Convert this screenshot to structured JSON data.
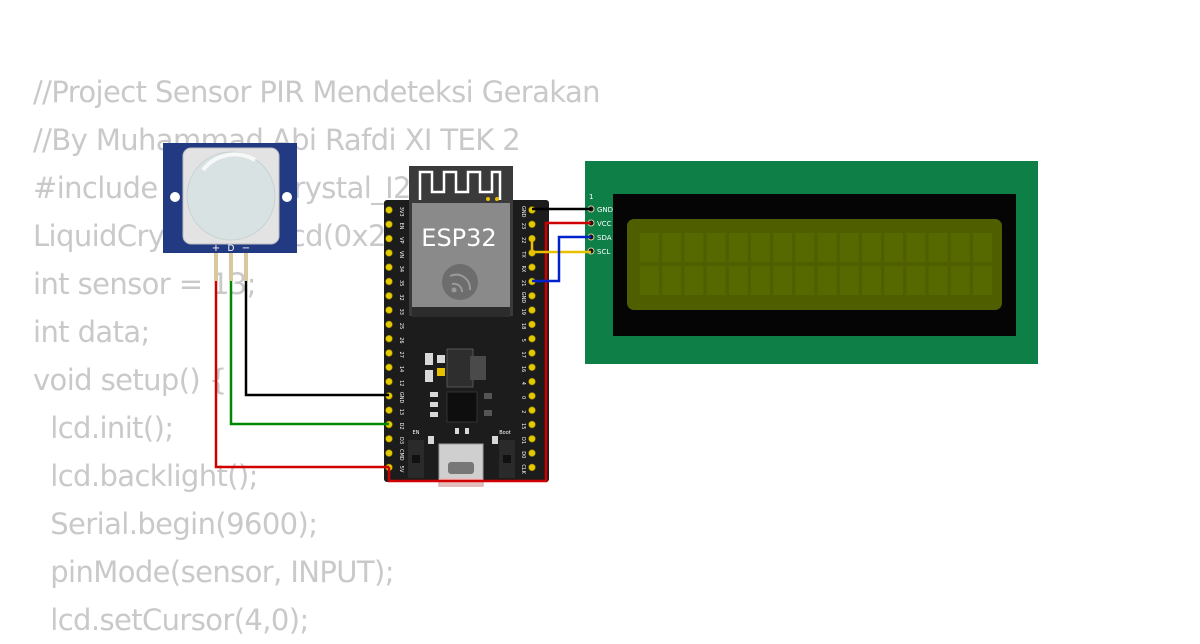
{
  "code_lines": [
    "//Project Sensor PIR Mendeteksi Gerakan",
    "//By Muhammad Abi Rafdi XI TEK 2",
    "#include <LiquidCrystal_I2C.h>",
    "LiquidCrystal_I2C lcd(0x27,16,2);",
    "int sensor = 13;",
    "int data;",
    "void setup() {",
    "  lcd.init();",
    "  lcd.backlight();",
    "  Serial.begin(9600);",
    "  pinMode(sensor, INPUT);",
    "  lcd.setCursor(4,0);"
  ],
  "pir": {
    "pins": [
      "+",
      "D",
      "−"
    ]
  },
  "esp32": {
    "label": "ESP32",
    "left_pins": [
      "3V3",
      "EN",
      "VP",
      "VN",
      "34",
      "35",
      "32",
      "33",
      "25",
      "26",
      "27",
      "14",
      "12",
      "GND",
      "13",
      "D2",
      "D3",
      "CMD",
      "5V"
    ],
    "right_pins": [
      "GND",
      "23",
      "22",
      "TX",
      "RX",
      "21",
      "GND",
      "19",
      "18",
      "5",
      "17",
      "16",
      "4",
      "0",
      "2",
      "15",
      "D1",
      "D0",
      "CLK"
    ],
    "buttons": [
      "EN",
      "Boot"
    ]
  },
  "lcd": {
    "pin_index": "1",
    "pins": [
      "GND",
      "VCC",
      "SDA",
      "SCL"
    ],
    "columns": 16,
    "rows": 2
  },
  "colors": {
    "code_text": "#c9c9c9",
    "pir_board": "#223a82",
    "esp_board": "#1c1c1c",
    "lcd_board": "#0d7f47",
    "lcd_screen": "#4f5f00",
    "wire_gnd": "#000000",
    "wire_vcc": "#d10000",
    "wire_signal": "#008800",
    "wire_sda": "#0022cc",
    "wire_scl": "#e8c000"
  }
}
